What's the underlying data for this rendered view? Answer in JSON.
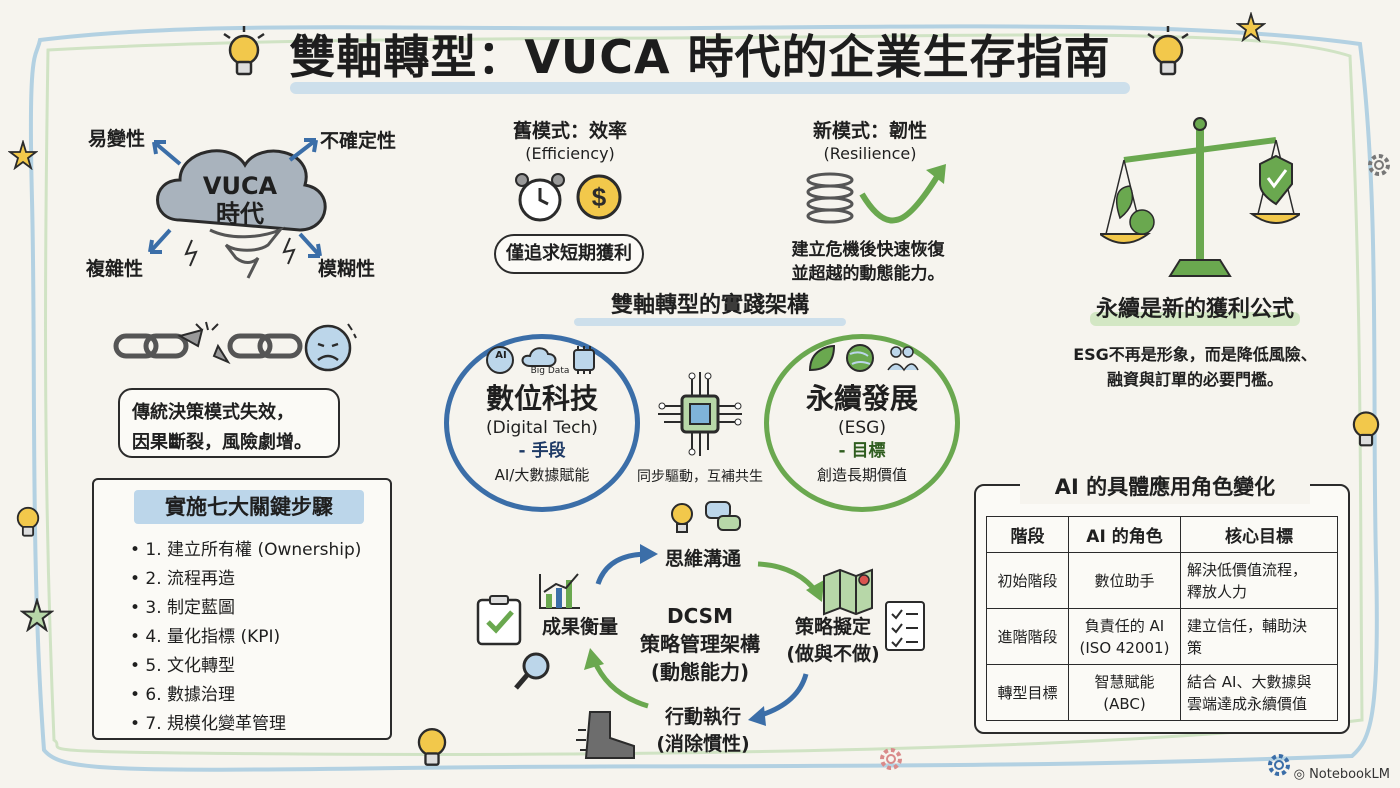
{
  "title": "雙軸轉型：VUCA 時代的企業生存指南",
  "vuca": {
    "cloud_label": "VUCA",
    "cloud_sub": "時代",
    "volatility": "易變性",
    "uncertainty": "不確定性",
    "complexity": "複雜性",
    "ambiguity": "模糊性",
    "broken_text": "傳統決策模式失效，\n因果斷裂，風險劇增。"
  },
  "steps": {
    "title": "實施七大關鍵步驟",
    "items": [
      "1. 建立所有權 (Ownership)",
      "2. 流程再造",
      "3. 制定藍圖",
      "4. 量化指標 (KPI)",
      "5. 文化轉型",
      "6. 數據治理",
      "7. 規模化變革管理"
    ]
  },
  "old_model": {
    "title": "舊模式：效率",
    "subtitle": "(Efficiency)",
    "bubble": "僅追求短期獲利"
  },
  "new_model": {
    "title": "新模式：韌性",
    "subtitle": "(Resilience)",
    "desc": "建立危機後快速恢復\n並超越的動態能力。"
  },
  "framework": {
    "title": "雙軸轉型的實踐架構",
    "digital": {
      "title": "數位科技",
      "subtitle": "(Digital Tech)",
      "role": "- 手段",
      "desc": "AI/大數據賦能",
      "icon_ai": "AI",
      "icon_big": "Big Data"
    },
    "esg": {
      "title": "永續發展",
      "subtitle": "(ESG)",
      "role": "- 目標",
      "desc": "創造長期價值"
    },
    "sync": "同步驅動，互補共生"
  },
  "dcsm": {
    "center_1": "DCSM",
    "center_2": "策略管理架構",
    "center_3": "(動態能力)",
    "thinking": "思維溝通",
    "strategy_1": "策略擬定",
    "strategy_2": "(做與不做)",
    "action_1": "行動執行",
    "action_2": "(消除慣性)",
    "measure": "成果衡量"
  },
  "sustain": {
    "title": "永續是新的獲利公式",
    "desc": "ESG不再是形象，而是降低風險、\n融資與訂單的必要門檻。"
  },
  "ai_table": {
    "title": "AI 的具體應用角色變化",
    "headers": [
      "階段",
      "AI 的角色",
      "核心目標"
    ],
    "rows": [
      [
        "初始階段",
        "數位助手",
        "解決低價值流程，\n釋放人力"
      ],
      [
        "進階階段",
        "負責任的 AI\n(ISO 42001)",
        "建立信任，輔助決\n策"
      ],
      [
        "轉型目標",
        "智慧賦能\n(ABC)",
        "結合 AI、大數據與\n雲端達成永續價值"
      ]
    ]
  },
  "watermark": "NotebookLM",
  "colors": {
    "blue": "#3b6ea8",
    "green": "#6aa84f",
    "accent_bg": "#bcd6ea",
    "green_bg": "#d3e7c4",
    "yellow": "#f2c84b"
  }
}
